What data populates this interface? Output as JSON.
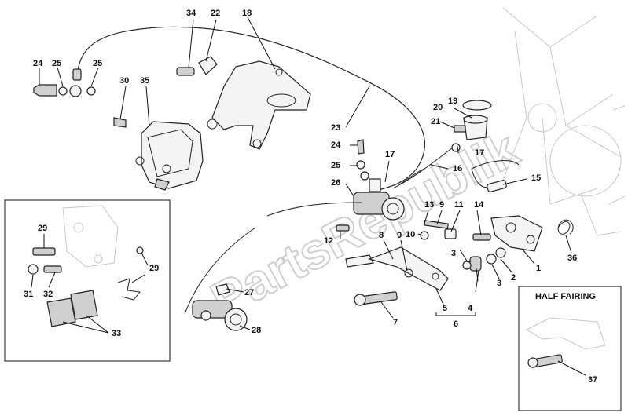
{
  "watermark": "PartsRepublik",
  "inset_title": "HALF FAIRING",
  "callouts": {
    "c1": "1",
    "c2": "2",
    "c3a": "3",
    "c3b": "3",
    "c4": "4",
    "c5": "5",
    "c6": "6",
    "c7": "7",
    "c8": "8",
    "c9a": "9",
    "c9b": "9",
    "c10": "10",
    "c11": "11",
    "c12": "12",
    "c13": "13",
    "c14": "14",
    "c15": "15",
    "c16": "16",
    "c17a": "17",
    "c17b": "17",
    "c18": "18",
    "c19": "19",
    "c20": "20",
    "c21": "21",
    "c22": "22",
    "c23": "23",
    "c24a": "24",
    "c24b": "24",
    "c25a": "25",
    "c25b": "25",
    "c25c": "25",
    "c26": "26",
    "c27": "27",
    "c28": "28",
    "c29a": "29",
    "c29b": "29",
    "c30": "30",
    "c31": "31",
    "c32": "32",
    "c33": "33",
    "c34": "34",
    "c35": "35",
    "c36": "36",
    "c37": "37"
  }
}
